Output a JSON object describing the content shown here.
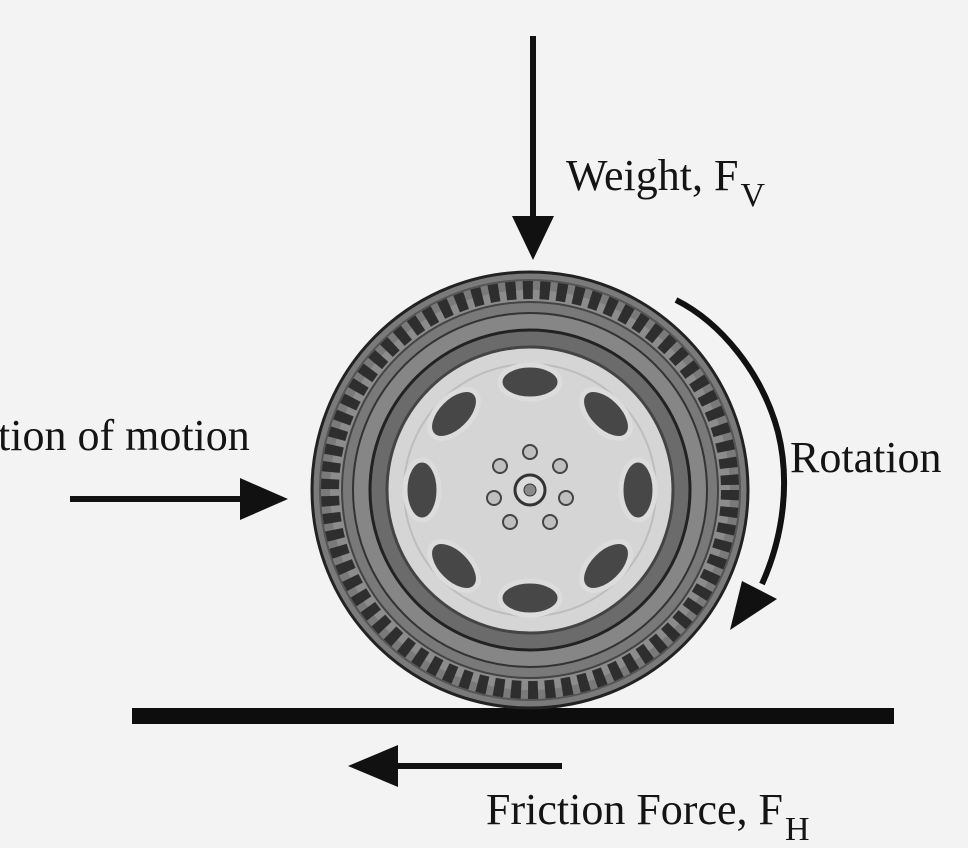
{
  "labels": {
    "weight": "Weight, F",
    "weight_sub": "V",
    "motion": "tion of motion",
    "rotation": "Rotation",
    "friction": "Friction Force,  F",
    "friction_sub": "H"
  },
  "colors": {
    "background": "#f3f3f3",
    "arrow": "#111111",
    "tire": "#6f6f6f",
    "rim": "#d2d2d2",
    "hole": "#4a4a4a",
    "ground": "#0d0d0d"
  }
}
